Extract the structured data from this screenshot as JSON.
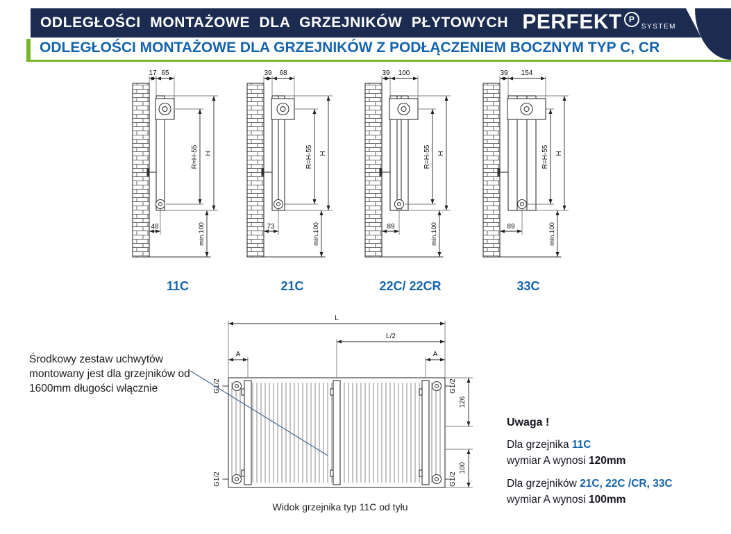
{
  "header": {
    "title": "ODLEGŁOŚCI MONTAŻOWE DLA GRZEJNIKÓW PŁYTOWYCH",
    "brand": {
      "name": "PERFEKT",
      "mark": "P",
      "sub": "SYSTEM"
    }
  },
  "subheader": {
    "title": "ODLEGŁOŚCI MONTAŻOWE DLA GRZEJNIKÓW Z PODŁĄCZENIEM BOCZNYM TYP C, CR"
  },
  "side_views": {
    "dim_r_label": "R=H-55",
    "dim_h_label": "H",
    "dim_min_label": "min.100",
    "items": [
      {
        "label": "11C",
        "dim_wall_gap": "17",
        "dim_depth": "65",
        "dim_bottom": "48"
      },
      {
        "label": "21C",
        "dim_wall_gap": "39",
        "dim_depth": "68",
        "dim_bottom": "73"
      },
      {
        "label": "22C/ 22CR",
        "dim_wall_gap": "39",
        "dim_depth": "100",
        "dim_bottom": "89"
      },
      {
        "label": "33C",
        "dim_wall_gap": "39",
        "dim_depth": "154",
        "dim_bottom": "89"
      }
    ]
  },
  "rear_view": {
    "dim_length": "L",
    "dim_half_length": "L/2",
    "dim_bracket_offset": "A",
    "dim_thread": "G1/2",
    "dim_top_offset": "126",
    "dim_bottom_offset": "100",
    "caption": "Widok grzejnika typ 11C od tyłu"
  },
  "annotations": {
    "left_note": "Środkowy zestaw uchwytów montowany jest dla grzejników od 1600mm długości włącznie",
    "warning_title": "Uwaga !",
    "note1_prefix": "Dla grzejnika ",
    "note1_types": "11C",
    "note1_dim_prefix": "wymiar A wynosi ",
    "note1_value": "120mm",
    "note2_prefix": "Dla grzejników ",
    "note2_types": "21C, 22C /CR, 33C",
    "note2_dim_prefix": "wymiar A wynosi ",
    "note2_value": "100mm"
  },
  "colors": {
    "navy": "#1c2b50",
    "blue": "#1464ad",
    "green": "#76b72a"
  }
}
